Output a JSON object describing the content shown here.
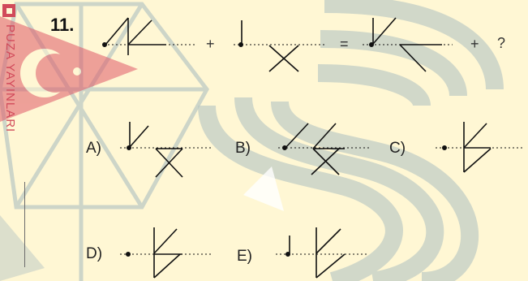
{
  "brand": {
    "text": "PUZA YAYINLARI"
  },
  "question": {
    "number": "11."
  },
  "equation": {
    "plus1": "+",
    "equals": "=",
    "plus2": "+",
    "unknown": "?"
  },
  "options": [
    {
      "label": "A)"
    },
    {
      "label": "B)"
    },
    {
      "label": "C)"
    },
    {
      "label": "D)"
    },
    {
      "label": "E)"
    }
  ],
  "colors": {
    "background": "#fff7d4",
    "watermark_blue": "#b9c8c4",
    "watermark_red": "#e05a68",
    "ink": "#111111"
  }
}
